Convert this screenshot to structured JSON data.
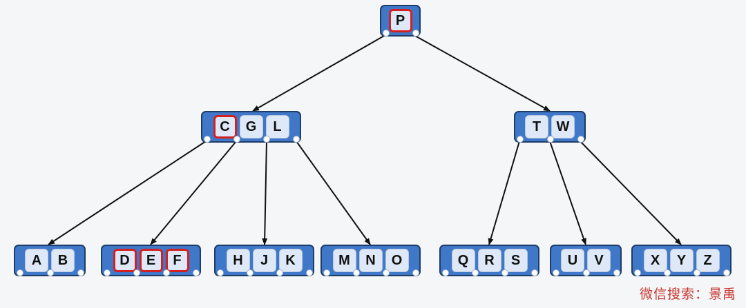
{
  "nodes": {
    "root": [
      "P"
    ],
    "c_g_l": [
      "C",
      "G",
      "L"
    ],
    "t_w": [
      "T",
      "W"
    ],
    "a_b": [
      "A",
      "B"
    ],
    "d_e_f": [
      "D",
      "E",
      "F"
    ],
    "h_j_k": [
      "H",
      "J",
      "K"
    ],
    "m_n_o": [
      "M",
      "N",
      "O"
    ],
    "q_r_s": [
      "Q",
      "R",
      "S"
    ],
    "u_v": [
      "U",
      "V"
    ],
    "x_y_z": [
      "X",
      "Y",
      "Z"
    ]
  },
  "highlighted": [
    "P",
    "C",
    "D",
    "E",
    "F"
  ],
  "edges": [
    [
      "root",
      "c_g_l"
    ],
    [
      "root",
      "t_w"
    ],
    [
      "c_g_l",
      "a_b"
    ],
    [
      "c_g_l",
      "d_e_f"
    ],
    [
      "c_g_l",
      "h_j_k"
    ],
    [
      "c_g_l",
      "m_n_o"
    ],
    [
      "t_w",
      "q_r_s"
    ],
    [
      "t_w",
      "u_v"
    ],
    [
      "t_w",
      "x_y_z"
    ]
  ],
  "colors": {
    "node_fill": "#3f78c9",
    "highlight": "#d42020",
    "edge": "#111111",
    "watermark": "#c7352d"
  },
  "watermark": "微信搜索：景禹"
}
